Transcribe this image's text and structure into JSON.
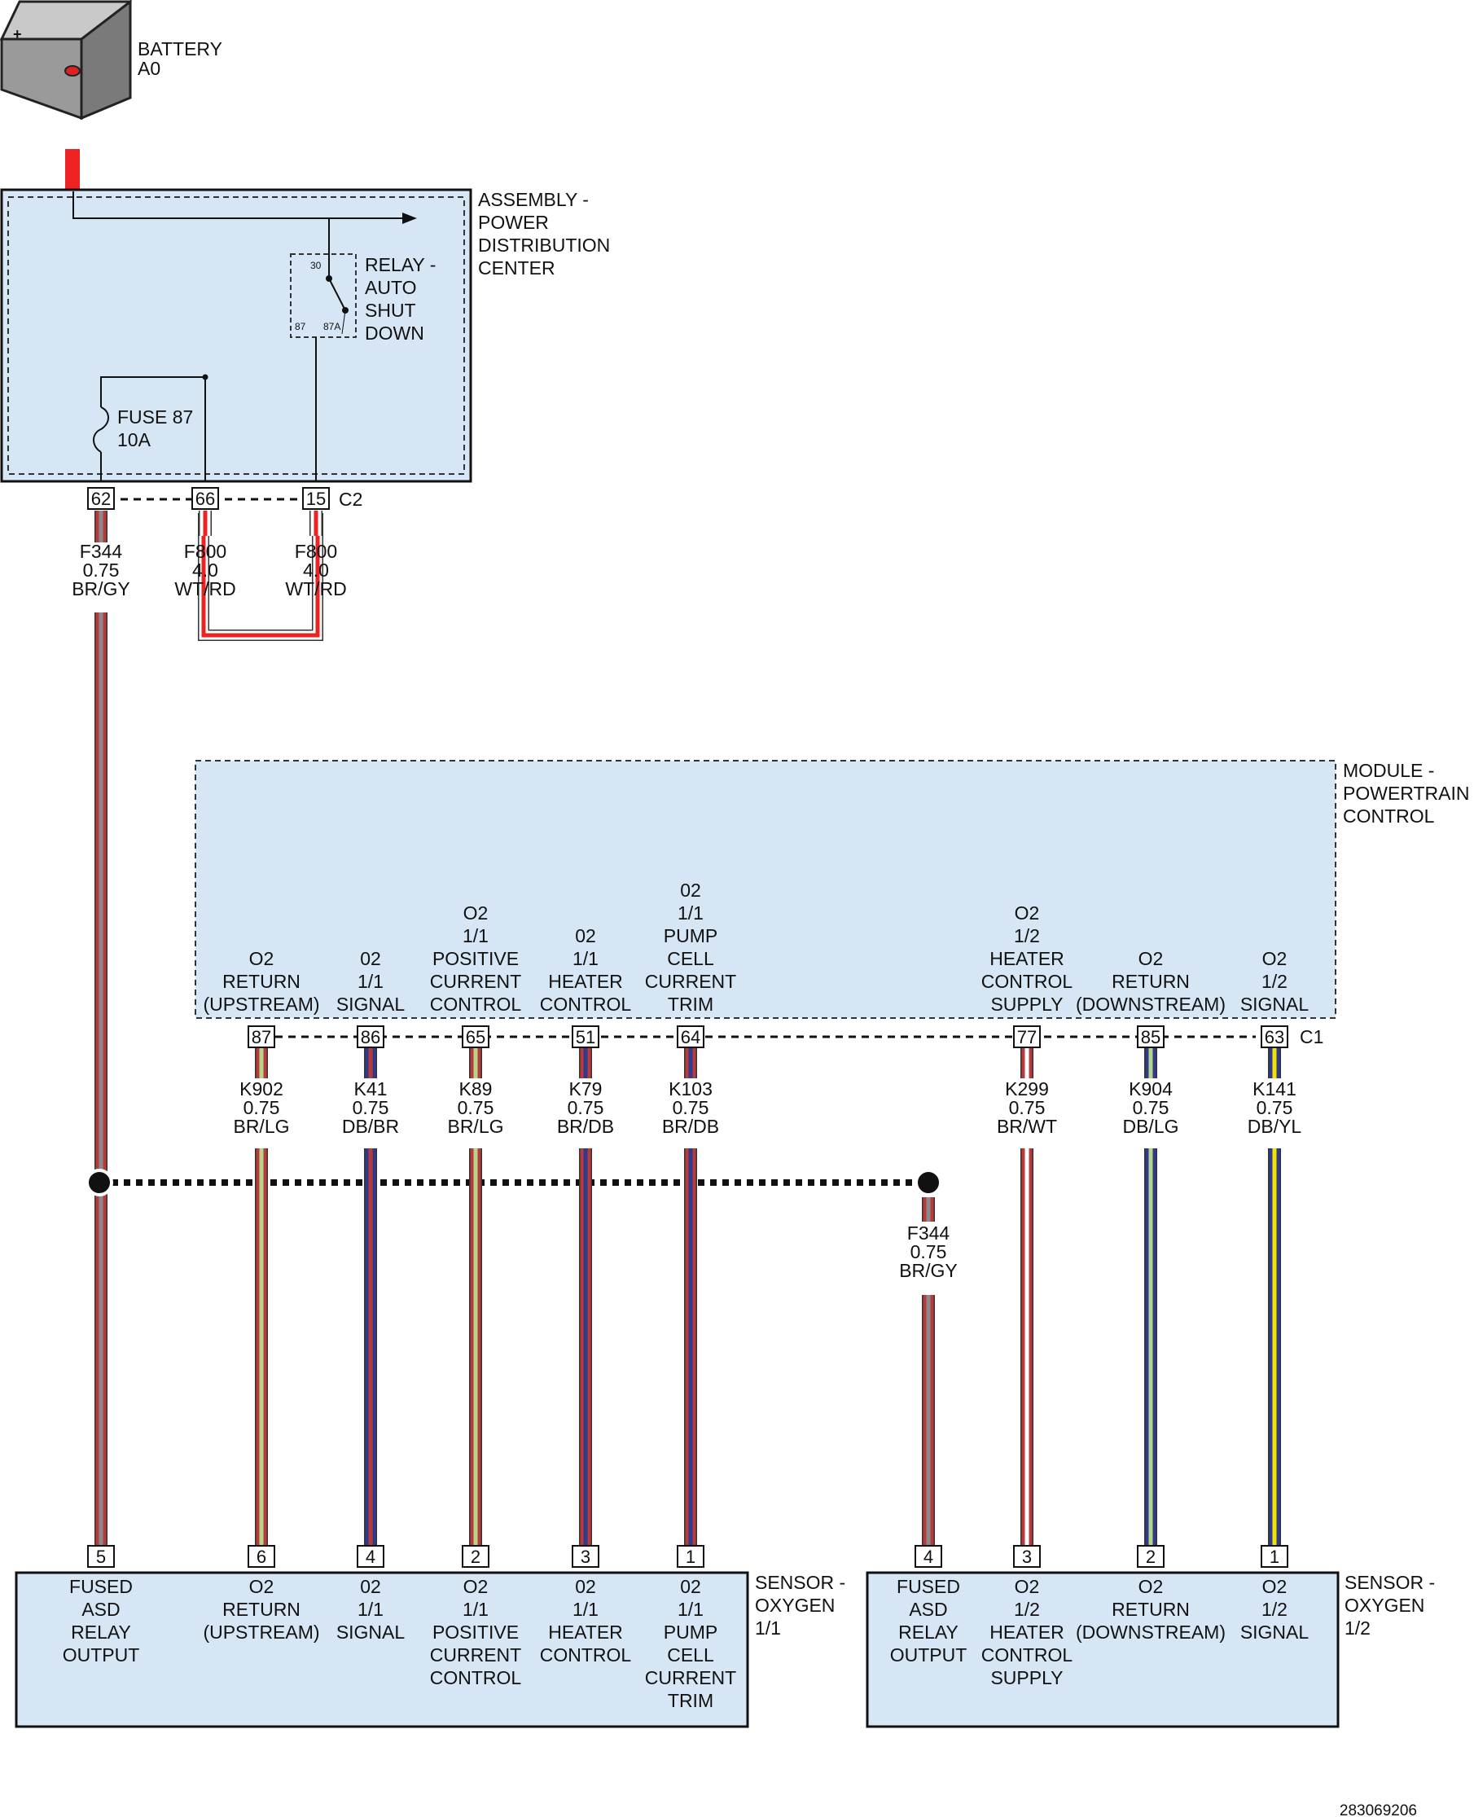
{
  "battery": {
    "label_line1": "BATTERY",
    "label_line2": "A0"
  },
  "pdc": {
    "name": [
      "ASSEMBLY -",
      "POWER",
      "DISTRIBUTION",
      "CENTER"
    ],
    "relay": {
      "name": [
        "RELAY -",
        "AUTO",
        "SHUT",
        "DOWN"
      ],
      "term_30": "30",
      "term_87": "87",
      "term_87a": "87A"
    },
    "fuse": {
      "name": [
        "FUSE 87",
        "10A"
      ]
    },
    "connector": "C2",
    "pins": [
      "62",
      "66",
      "15"
    ]
  },
  "pdc_wires": [
    {
      "circuit": "F344",
      "gauge": "0.75",
      "color": "BR/GY"
    },
    {
      "circuit": "F800",
      "gauge": "4.0",
      "color": "WT/RD"
    },
    {
      "circuit": "F800",
      "gauge": "4.0",
      "color": "WT/RD"
    }
  ],
  "pcm": {
    "name": [
      "MODULE -",
      "POWERTRAIN",
      "CONTROL"
    ],
    "connector": "C1",
    "pins": [
      {
        "pin": "87",
        "func": [
          "O2",
          "RETURN",
          "(UPSTREAM)"
        ]
      },
      {
        "pin": "86",
        "func": [
          "02",
          "1/1",
          "SIGNAL"
        ]
      },
      {
        "pin": "65",
        "func": [
          "O2",
          "1/1",
          "POSITIVE",
          "CURRENT",
          "CONTROL"
        ]
      },
      {
        "pin": "51",
        "func": [
          "02",
          "1/1",
          "HEATER",
          "CONTROL"
        ]
      },
      {
        "pin": "64",
        "func": [
          "02",
          "1/1",
          "PUMP",
          "CELL",
          "CURRENT",
          "TRIM"
        ]
      },
      {
        "pin": "77",
        "func": [
          "O2",
          "1/2",
          "HEATER",
          "CONTROL",
          "SUPPLY"
        ]
      },
      {
        "pin": "85",
        "func": [
          "O2",
          "RETURN",
          "(DOWNSTREAM)"
        ]
      },
      {
        "pin": "63",
        "func": [
          "O2",
          "1/2",
          "SIGNAL"
        ]
      }
    ]
  },
  "pcm_wires": [
    {
      "circuit": "K902",
      "gauge": "0.75",
      "color": "BR/LG"
    },
    {
      "circuit": "K41",
      "gauge": "0.75",
      "color": "DB/BR"
    },
    {
      "circuit": "K89",
      "gauge": "0.75",
      "color": "BR/LG"
    },
    {
      "circuit": "K79",
      "gauge": "0.75",
      "color": "BR/DB"
    },
    {
      "circuit": "K103",
      "gauge": "0.75",
      "color": "BR/DB"
    },
    {
      "circuit": "K299",
      "gauge": "0.75",
      "color": "BR/WT"
    },
    {
      "circuit": "K904",
      "gauge": "0.75",
      "color": "DB/LG"
    },
    {
      "circuit": "K141",
      "gauge": "0.75",
      "color": "DB/YL"
    }
  ],
  "splice_wire": {
    "circuit": "F344",
    "gauge": "0.75",
    "color": "BR/GY"
  },
  "sensor1": {
    "name": [
      "SENSOR -",
      "OXYGEN",
      "1/1"
    ],
    "pins": [
      {
        "pin": "5",
        "func": [
          "FUSED",
          "ASD",
          "RELAY",
          "OUTPUT"
        ]
      },
      {
        "pin": "6",
        "func": [
          "O2",
          "RETURN",
          "(UPSTREAM)"
        ]
      },
      {
        "pin": "4",
        "func": [
          "02",
          "1/1",
          "SIGNAL"
        ]
      },
      {
        "pin": "2",
        "func": [
          "O2",
          "1/1",
          "POSITIVE",
          "CURRENT",
          "CONTROL"
        ]
      },
      {
        "pin": "3",
        "func": [
          "02",
          "1/1",
          "HEATER",
          "CONTROL"
        ]
      },
      {
        "pin": "1",
        "func": [
          "02",
          "1/1",
          "PUMP",
          "CELL",
          "CURRENT",
          "TRIM"
        ]
      }
    ]
  },
  "sensor2": {
    "name": [
      "SENSOR -",
      "OXYGEN",
      "1/2"
    ],
    "pins": [
      {
        "pin": "4",
        "func": [
          "FUSED",
          "ASD",
          "RELAY",
          "OUTPUT"
        ]
      },
      {
        "pin": "3",
        "func": [
          "O2",
          "1/2",
          "HEATER",
          "CONTROL",
          "SUPPLY"
        ]
      },
      {
        "pin": "2",
        "func": [
          "O2",
          "RETURN",
          "(DOWNSTREAM)"
        ]
      },
      {
        "pin": "1",
        "func": [
          "O2",
          "1/2",
          "SIGNAL"
        ]
      }
    ]
  },
  "diagram_id": "283069206",
  "wire_colors": {
    "BR": "#b83a3a",
    "GY": "#8a8a8a",
    "WT": "#ffffff",
    "RD": "#ee2222",
    "LG": "#b5d68a",
    "DB": "#2e3a8c",
    "YL": "#f5e400"
  },
  "box_fill": "#d6e6f5"
}
